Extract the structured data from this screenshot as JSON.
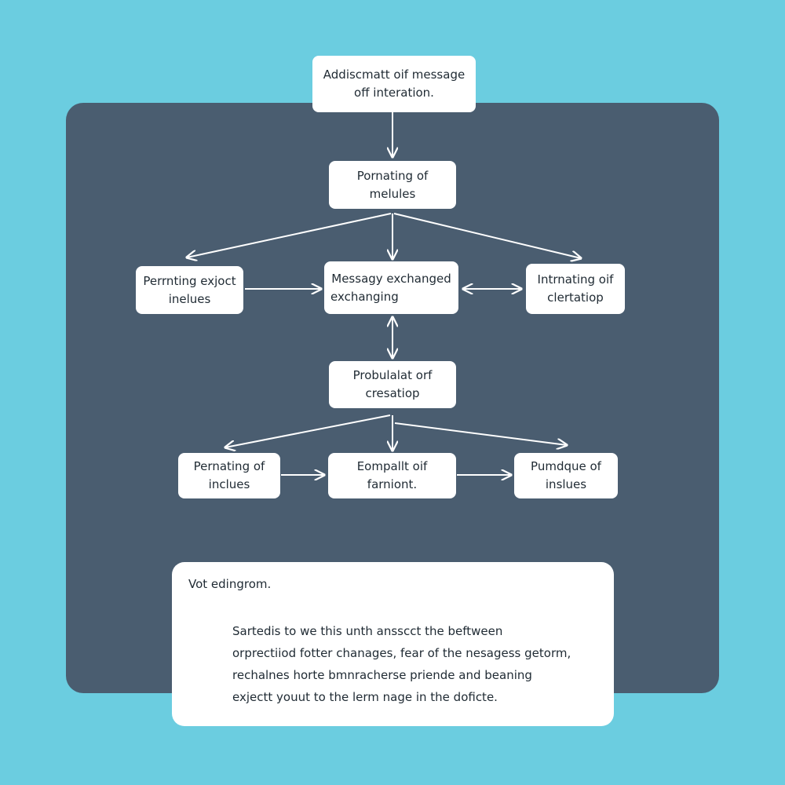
{
  "diagram": {
    "nodes": [
      {
        "id": "top",
        "lines": [
          "Addiscmatt oif message",
          "off interation."
        ]
      },
      {
        "id": "n2",
        "lines": [
          "Pornating of",
          "melules"
        ]
      },
      {
        "id": "left1",
        "lines": [
          "Perrnting exjoct",
          "inelues"
        ]
      },
      {
        "id": "center",
        "lines": [
          "Messagy exchanged",
          "exchanging"
        ]
      },
      {
        "id": "right1",
        "lines": [
          "Intrnating oif",
          "clertatiop"
        ]
      },
      {
        "id": "n4",
        "lines": [
          "Probulalat orf",
          "cresatiop"
        ]
      },
      {
        "id": "bl",
        "lines": [
          "Pernating of",
          "inclues"
        ]
      },
      {
        "id": "bc",
        "lines": [
          "Eompallt oif",
          "farniont."
        ]
      },
      {
        "id": "br",
        "lines": [
          "Pumdque of",
          "inslues"
        ]
      }
    ]
  },
  "note": {
    "title": "Vot edingrom.",
    "lines": [
      "Sartedis to we this unth ansscct the beftween",
      "orprectiiod fotter chanages, fear of the nesagess getorm,",
      "rechalnes horte bmnracherse priende and beaning",
      "exjectt youut to the lerm nage in the doficte."
    ]
  },
  "colors": {
    "background": "#6bcde0",
    "panel": "#4a5d70",
    "box": "#ffffff",
    "arrow": "#ffffff"
  }
}
